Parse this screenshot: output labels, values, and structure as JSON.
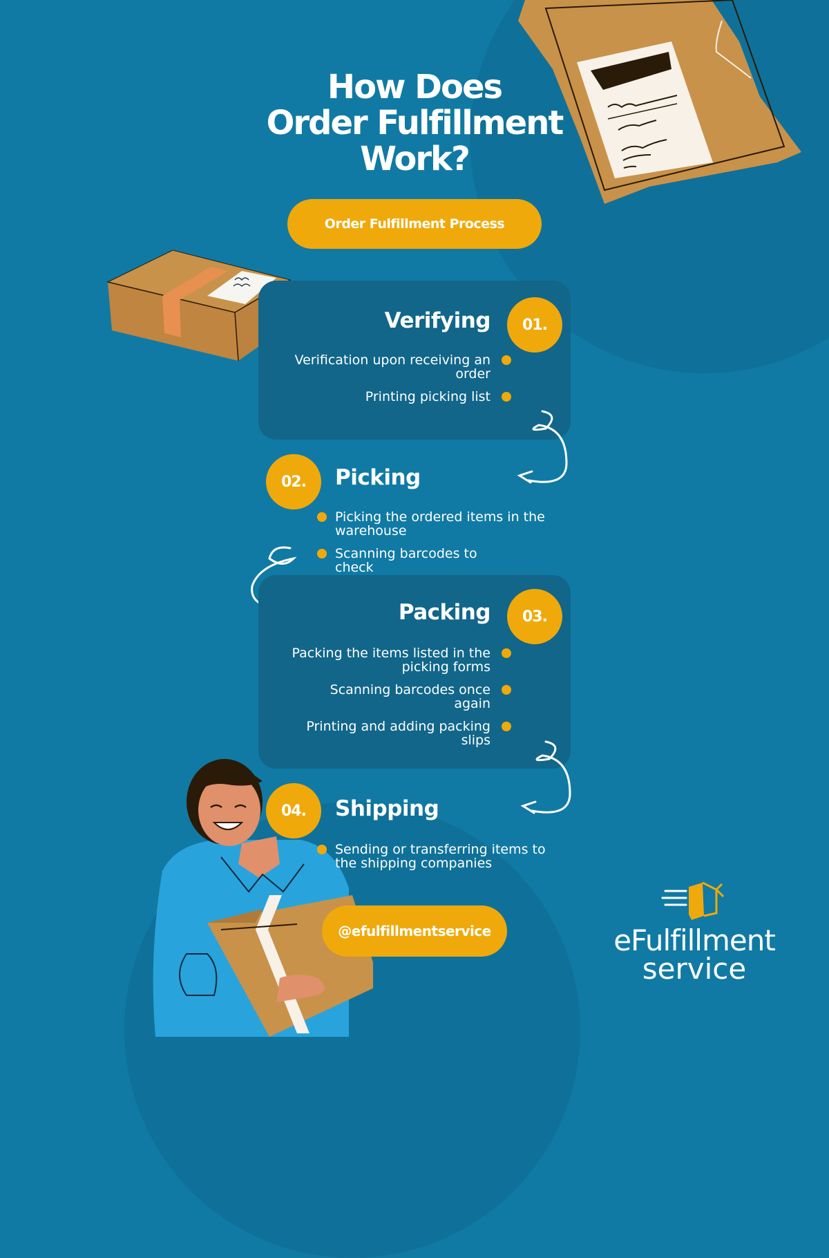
{
  "header": {
    "title_lines": [
      "How Does",
      "Order Fulfillment",
      "Work?"
    ],
    "process_label": "Order Fulfillment Process"
  },
  "steps": [
    {
      "number": "01.",
      "title": "Verifying",
      "bullets": [
        "Verification upon receiving an order",
        "Printing picking list"
      ]
    },
    {
      "number": "02.",
      "title": "Picking",
      "bullets": [
        "Picking the ordered items in the warehouse",
        "Scanning barcodes to check"
      ]
    },
    {
      "number": "03.",
      "title": "Packing",
      "bullets": [
        "Packing the items listed in the picking forms",
        "Scanning barcodes once again",
        "Printing and adding packing slips"
      ]
    },
    {
      "number": "04.",
      "title": "Shipping",
      "bullets": [
        "Sending or transferring items to the shipping companies"
      ]
    }
  ],
  "footer": {
    "handle": "@efulfillmentservice",
    "logo_line1": "eFulfillment",
    "logo_line2": "service"
  },
  "colors": {
    "background": "#107aa4",
    "background_circle": "#0f7199",
    "card": "#11668a",
    "accent": "#f0a90a",
    "text": "#ffffff",
    "kraft": "#c8924a"
  },
  "icons": {
    "envelope_package": "kraft-mailer-bag",
    "box": "cardboard-box",
    "person": "smiling-person-holding-box",
    "arrows": "curly-arrow",
    "logo_mark": "flying-box"
  }
}
